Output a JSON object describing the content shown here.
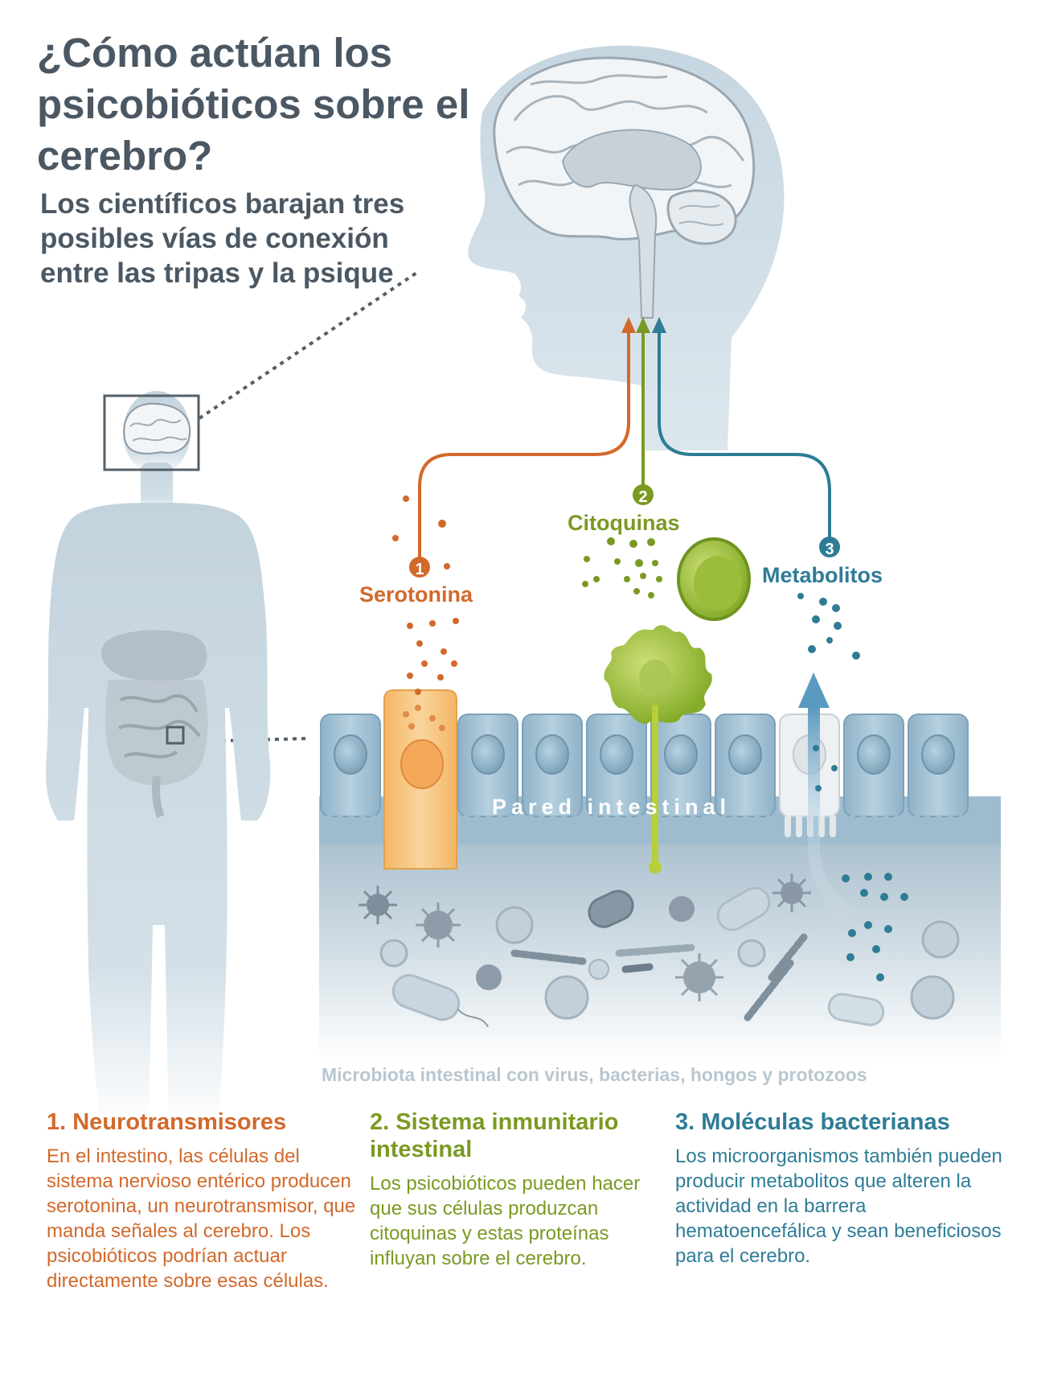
{
  "title": "¿Cómo actúan los psicobióticos sobre el cerebro?",
  "subtitle": "Los científicos barajan tres posibles vías de conexión entre las tripas y la psique",
  "pathways": [
    {
      "number": "1",
      "label": "Serotonina",
      "color": "#d2692b"
    },
    {
      "number": "2",
      "label": "Citoquinas",
      "color": "#7a9a22"
    },
    {
      "number": "3",
      "label": "Metabolitos",
      "color": "#2e7c96"
    }
  ],
  "wall_label": "Pared intestinal",
  "microbiota_label": "Microbiota intestinal con virus, bacterias, hongos y protozoos",
  "sections": [
    {
      "heading": "1. Neurotransmisores",
      "text": "En el intestino, las células del sistema nervioso entérico producen serotonina, un neurotransmisor, que manda señales al cerebro. Los psicobióticos podrían actuar directamente sobre esas células."
    },
    {
      "heading": "2. Sistema inmunitario intestinal",
      "text": "Los psicobióticos pueden hacer que sus células produzcan citoquinas y estas proteínas influyan sobre el cerebro."
    },
    {
      "heading": "3. Moléculas bacterianas",
      "text": "Los microorganismos también pueden producir metabolitos que alteren la actividad en la barrera hematoencefálica y sean beneficiosos para el cerebro."
    }
  ],
  "colors": {
    "orange": "#d2692b",
    "green": "#7a9a22",
    "blue": "#2e7c96",
    "title_gray": "#4b5863",
    "silhouette": "#c6d6e1",
    "cell_blue": "#9fbfd3"
  },
  "icons": [
    "brain-icon",
    "human-silhouette-icon",
    "intestine-icon",
    "arrow-up-icon",
    "bacteria-icon",
    "virus-icon"
  ]
}
